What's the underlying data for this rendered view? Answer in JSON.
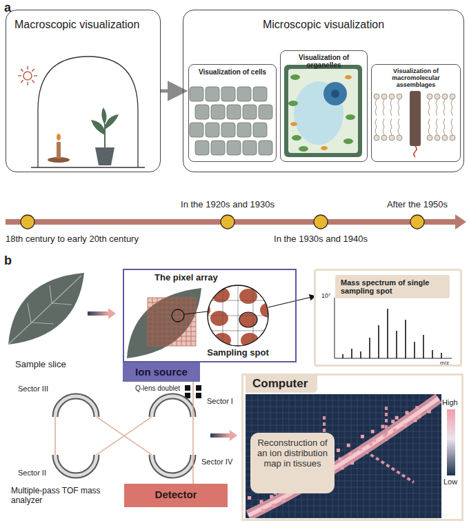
{
  "diagram": {
    "nodes": [
      {
        "text": [
          "Macroscopic visualization"
        ]
      },
      {
        "text": [
          "Microscopic visualization"
        ]
      },
      {
        "text": [
          "Visualization of cells"
        ],
        "in": 1
      },
      {
        "text": [
          "Visualization of organelles"
        ],
        "in": 1
      },
      {
        "text": [
          "Visualization of macromolecular assemblages"
        ],
        "in": 1
      },
      {
        "text": [
          "The pixel array"
        ]
      },
      {
        "text": [
          "Ion source"
        ]
      },
      {
        "text": [
          "Mass spectrum of single sampling spot"
        ]
      },
      {
        "text": [
          "Computer"
        ]
      },
      {
        "text": [
          "Reconstruction of an ion distribution map in tissues"
        ],
        "in": 8
      },
      {
        "text": [
          "Detector"
        ]
      }
    ],
    "edges": [
      {
        "from": 0,
        "to": 1,
        "arrow": "to"
      },
      {
        "from": 6,
        "to": 10,
        "arrow": "none"
      }
    ],
    "labels": [
      "a",
      "18th century to early 20th century",
      "In the 1920s and 1930s",
      "In the 1930s and 1940s",
      "After the 1950s",
      "b",
      "Sample slice",
      "Sampling spot",
      "10⁷",
      "m/z",
      "Q-lens doublet",
      "Sector I",
      "Sector III",
      "Sector II",
      "Sector IV",
      "Multiple-pass TOF mass analyzer",
      "High",
      "Low"
    ]
  }
}
